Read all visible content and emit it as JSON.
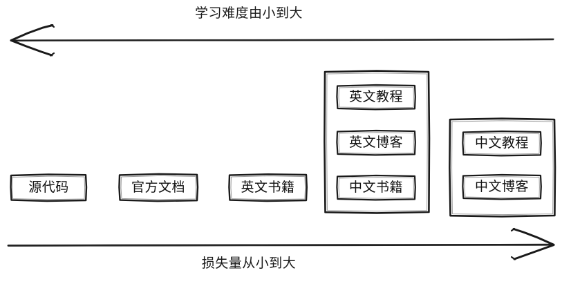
{
  "diagram": {
    "title_top": "学习难度由小到大",
    "title_bottom": "损失量从小到大",
    "stroke_color": "#1a1a1a",
    "text_color": "#111111",
    "background_color": "#ffffff",
    "axes": [
      {
        "name": "top-axis",
        "label": "学习难度由小到大",
        "direction": "left"
      },
      {
        "name": "bottom-axis",
        "label": "损失量从小到大",
        "direction": "right"
      }
    ],
    "nodes": [
      {
        "id": "n1",
        "label": "源代码"
      },
      {
        "id": "n2",
        "label": "官方文档"
      },
      {
        "id": "n3",
        "label": "英文书籍"
      },
      {
        "id": "n4",
        "label": "英文教程"
      },
      {
        "id": "n5",
        "label": "英文博客"
      },
      {
        "id": "n6",
        "label": "中文书籍"
      },
      {
        "id": "n7",
        "label": "中文教程"
      },
      {
        "id": "n8",
        "label": "中文博客"
      }
    ],
    "groups": [
      {
        "id": "g1",
        "members": [
          "英文教程",
          "英文博客",
          "中文书籍"
        ]
      },
      {
        "id": "g2",
        "members": [
          "中文教程",
          "中文博客"
        ]
      }
    ]
  }
}
